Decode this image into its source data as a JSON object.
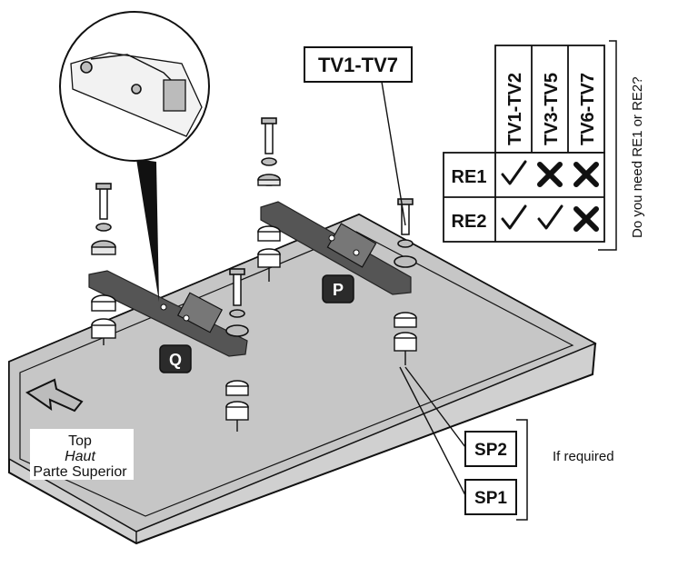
{
  "labels": {
    "tv_range": "TV1-TV7",
    "badge_p": "P",
    "badge_q": "Q",
    "spacer_2": "SP2",
    "spacer_1": "SP1",
    "if_required": "If required",
    "top": "Top",
    "top_fr": "Haut",
    "top_es": "Parte Superior"
  },
  "table": {
    "question": "Do you need RE1 or RE2?",
    "columns": [
      "TV1-TV2",
      "TV3-TV5",
      "TV6-TV7"
    ],
    "rows": [
      {
        "label": "RE1",
        "cells": [
          "yes",
          "no",
          "no"
        ]
      },
      {
        "label": "RE2",
        "cells": [
          "yes",
          "yes",
          "no"
        ]
      }
    ]
  },
  "icons": {
    "yes": "checkmark-icon",
    "no": "cross-icon",
    "arrow": "direction-arrow-icon"
  },
  "colors": {
    "tv_panel": "#c8c8c8",
    "bracket": "#555555",
    "badge": "#2b2b2b"
  }
}
